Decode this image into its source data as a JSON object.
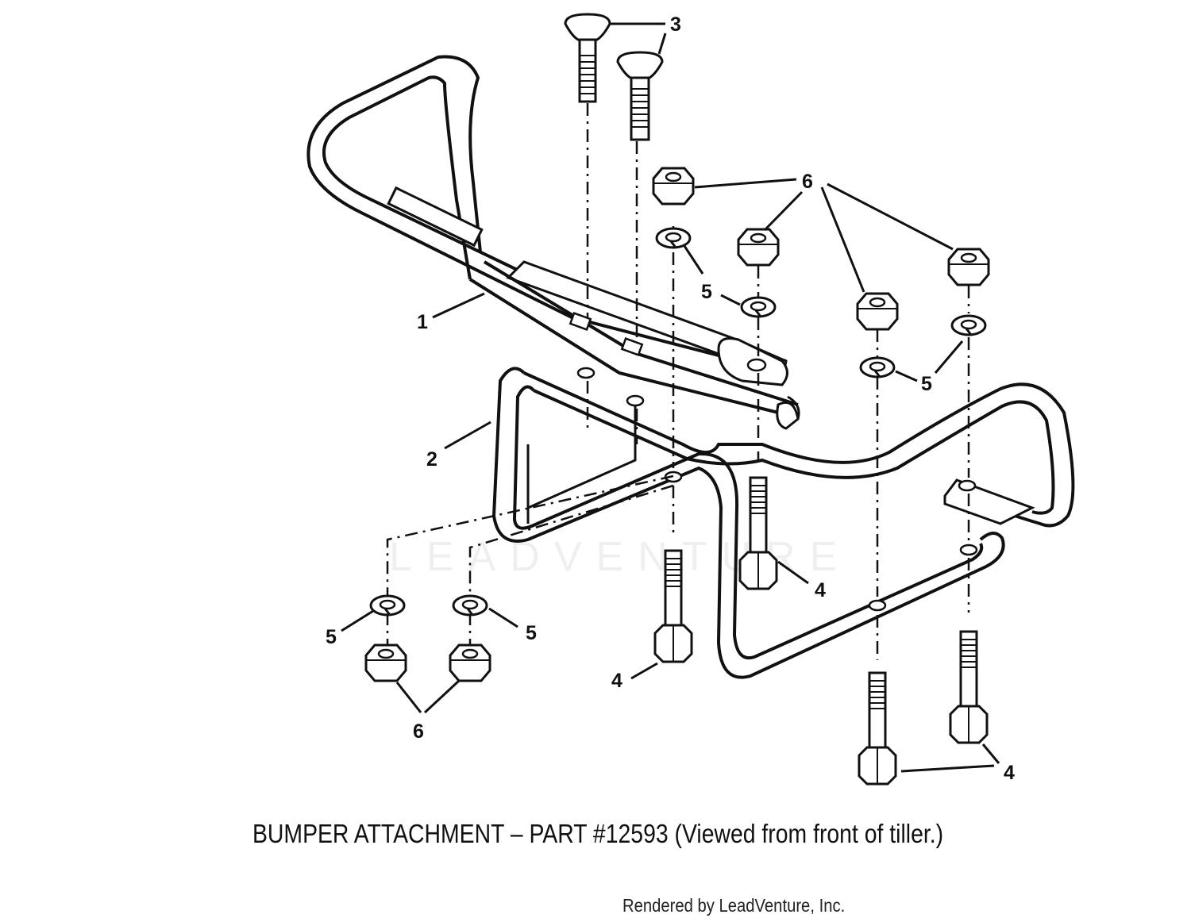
{
  "diagram": {
    "caption": "BUMPER ATTACHMENT – PART #12593 (Viewed from front of tiller.)",
    "credit": "Rendered by LeadVenture, Inc.",
    "watermark": "LEADVENTURE",
    "callouts": {
      "upper_bumper": "1",
      "lower_bumper": "2",
      "carriage_bolts": "3",
      "bolt_left": "4",
      "bolt_center": "4",
      "bolts_right": "4",
      "lockwasher_upper": "5",
      "lockwashers_right": "5",
      "lockwasher_lower_left": "5",
      "lockwasher_lower_right": "5",
      "nuts_upper": "6",
      "nuts_lower": "6"
    }
  }
}
